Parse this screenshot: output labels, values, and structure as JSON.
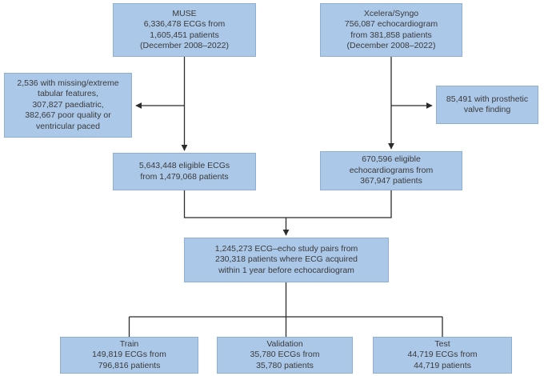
{
  "figure": {
    "type": "flowchart",
    "description": "Data flow diagram of ECG and echocardiogram cohort selection into train, validation and test splits"
  },
  "colors": {
    "box_fill": "#abc8e8",
    "box_border": "#8eaed2",
    "connector": "#2b2b2b",
    "text": "#3a3a3a",
    "background": "#ffffff"
  },
  "boxes": {
    "muse": {
      "lines": [
        "MUSE",
        "6,336,478 ECGs from",
        "1,605,451 patients",
        "(December 2008–2022)"
      ]
    },
    "xcelera": {
      "lines": [
        "Xcelera/Syngo",
        "756,087 echocardiogram",
        "from 381,858 patients",
        "(December 2008–2022)"
      ]
    },
    "ecg_exclusions": {
      "lines": [
        "2,536 with missing/extreme",
        "tabular features,",
        "307,827 paediatric,",
        "382,667 poor quality or",
        "ventricular paced"
      ]
    },
    "echo_exclusions": {
      "lines": [
        "85,491 with prosthetic",
        "valve finding"
      ]
    },
    "eligible_ecgs": {
      "lines": [
        "5,643,448 eligible ECGs",
        "from 1,479,068 patients"
      ]
    },
    "eligible_echos": {
      "lines": [
        "670,596 eligible",
        "echocardiograms from",
        "367,947 patients"
      ]
    },
    "pairs": {
      "lines": [
        "1,245,273 ECG–echo study pairs from",
        "230,318 patients where ECG acquired",
        "within 1 year before echocardiogram"
      ]
    },
    "train": {
      "lines": [
        "Train",
        "149,819 ECGs from",
        "796,816 patients"
      ]
    },
    "validation": {
      "lines": [
        "Validation",
        "35,780 ECGs from",
        "35,780 patients"
      ]
    },
    "test": {
      "lines": [
        "Test",
        "44,719 ECGs from",
        "44,719 patients"
      ]
    }
  }
}
